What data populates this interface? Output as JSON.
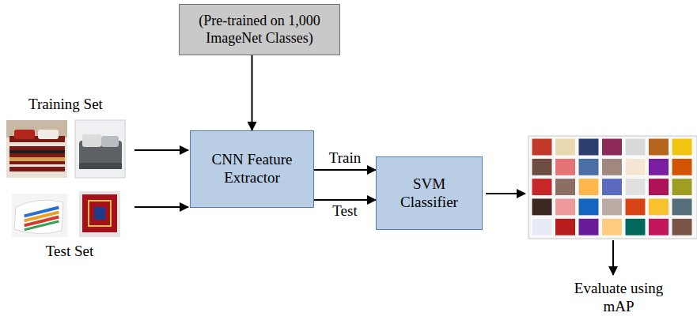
{
  "diagram": {
    "nodes": [
      {
        "text": [
          "(Pre-trained on 1,000 ImageNet Classes)"
        ]
      },
      {
        "text": [
          "CNN Feature Extractor"
        ]
      },
      {
        "text": [
          "SVM Classifier"
        ]
      }
    ],
    "edges": [
      {
        "from": 0,
        "to": 1,
        "arrow": "to"
      },
      {
        "from": 1,
        "to": 2,
        "label": "Train",
        "arrow": "to"
      },
      {
        "from": 1,
        "to": 2,
        "label": "Test",
        "arrow": "to"
      }
    ],
    "labels": [
      "Training Set",
      "Test Set",
      "Evaluate using mAP"
    ]
  }
}
